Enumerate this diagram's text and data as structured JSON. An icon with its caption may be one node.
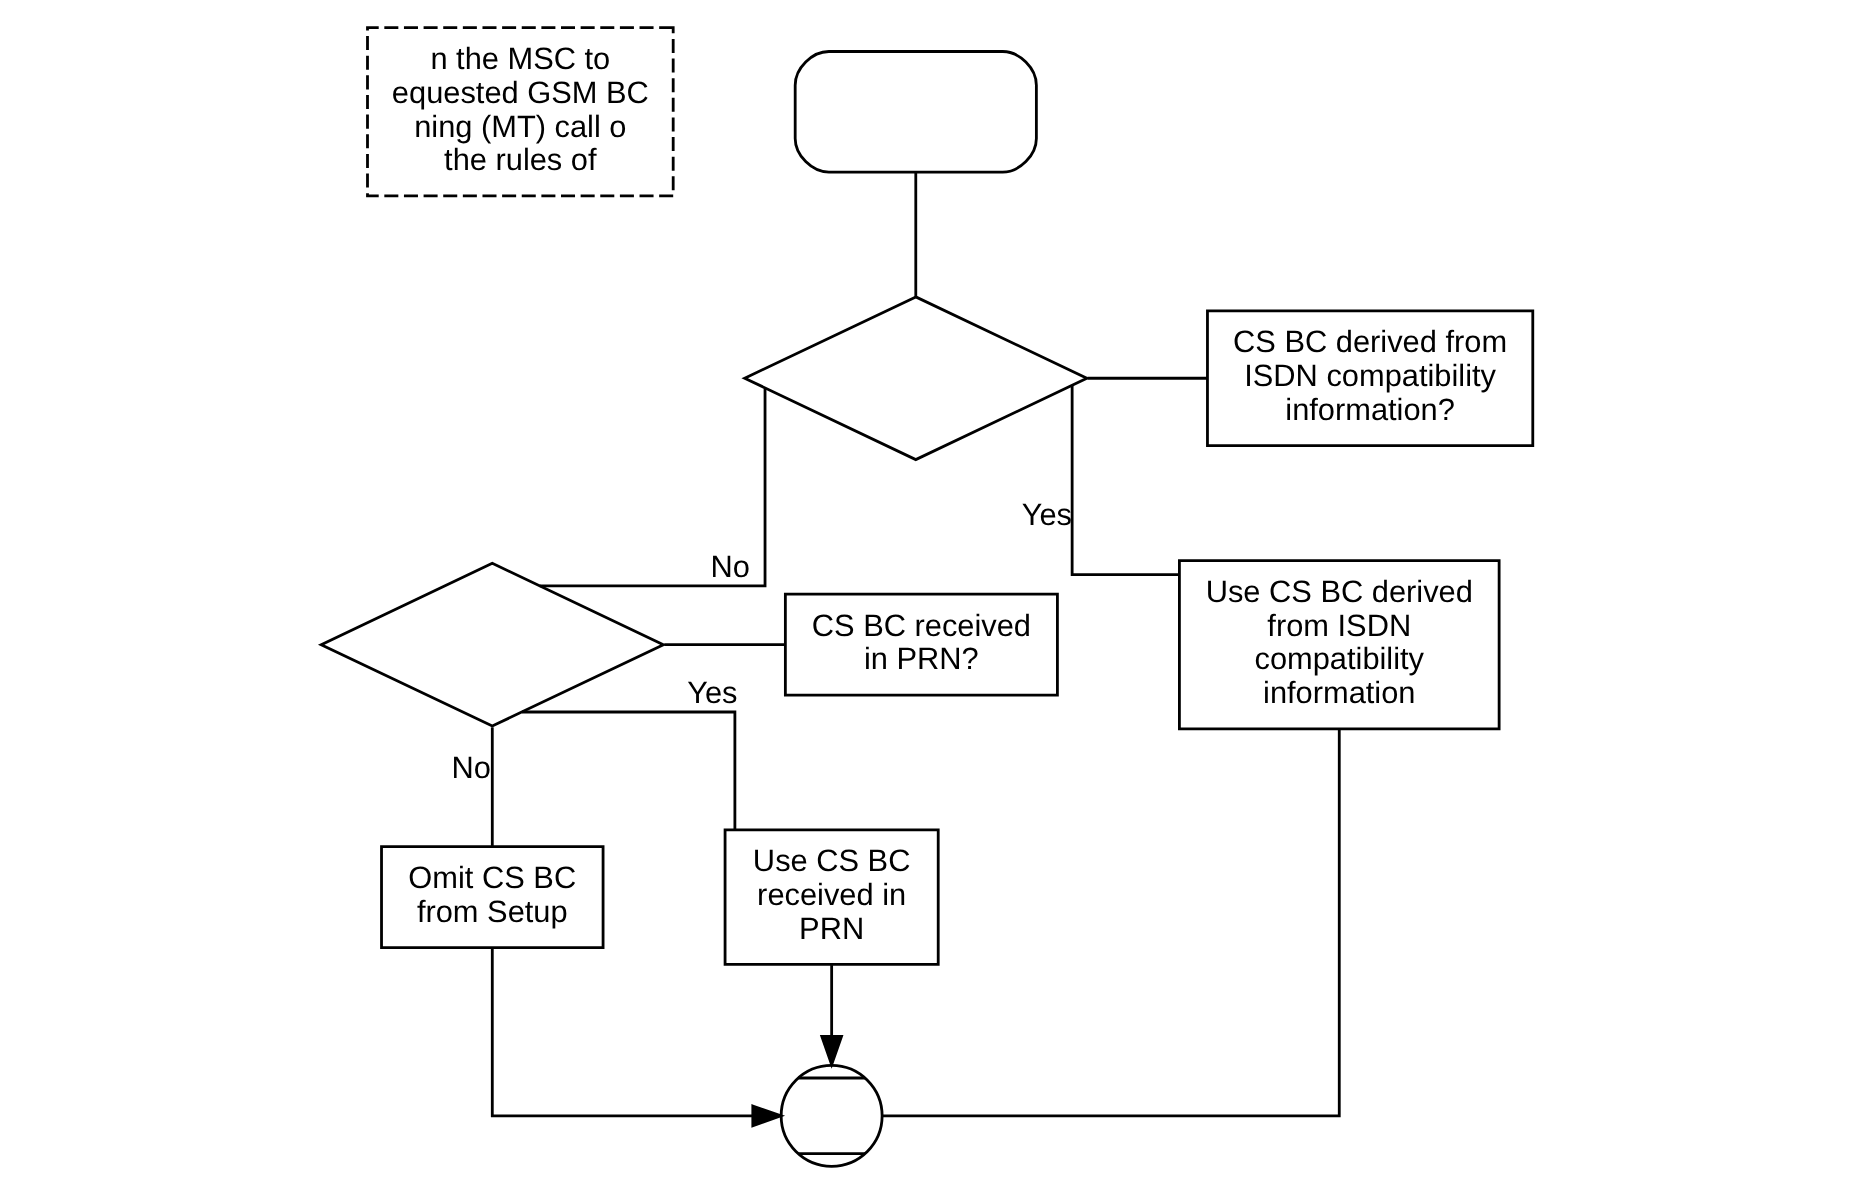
{
  "diagram": {
    "nodes": [
      {
        "text": [
          "n the MSC to equested GSM BC ning (MT) call o the rules of"
        ]
      },
      {
        "text": [],
        "shape": "box"
      },
      {
        "text": [],
        "shape": "diamond"
      },
      {
        "text": [
          "CS BC derived from ISDN compatibility information?"
        ]
      },
      {
        "text": [],
        "shape": "diamond"
      },
      {
        "text": [
          "CS BC received in PRN?"
        ]
      },
      {
        "text": [
          "Omit CS BC from Setup"
        ]
      },
      {
        "text": [
          "Use CS BC received in PRN"
        ]
      },
      {
        "text": [
          "Use CS BC derived from ISDN compatibility information"
        ]
      },
      {
        "text": [],
        "shape": "circle"
      }
    ],
    "edges": [
      {
        "from": 1,
        "to": 2,
        "arrow": "none"
      },
      {
        "from": 2,
        "to": 3,
        "arrow": "none"
      },
      {
        "from": 2,
        "to": 4,
        "arrow": "none",
        "label": "No"
      },
      {
        "from": 2,
        "to": 8,
        "arrow": "none",
        "label": "Yes"
      },
      {
        "from": 4,
        "to": 5,
        "arrow": "none"
      },
      {
        "from": 4,
        "to": 7,
        "arrow": "none",
        "label": "Yes"
      },
      {
        "from": 4,
        "to": 6,
        "arrow": "none",
        "label": "No"
      },
      {
        "from": 6,
        "to": 9,
        "arrow": "to"
      },
      {
        "from": 7,
        "to": 9,
        "arrow": "to"
      },
      {
        "from": 8,
        "to": 9,
        "arrow": "none"
      }
    ]
  }
}
